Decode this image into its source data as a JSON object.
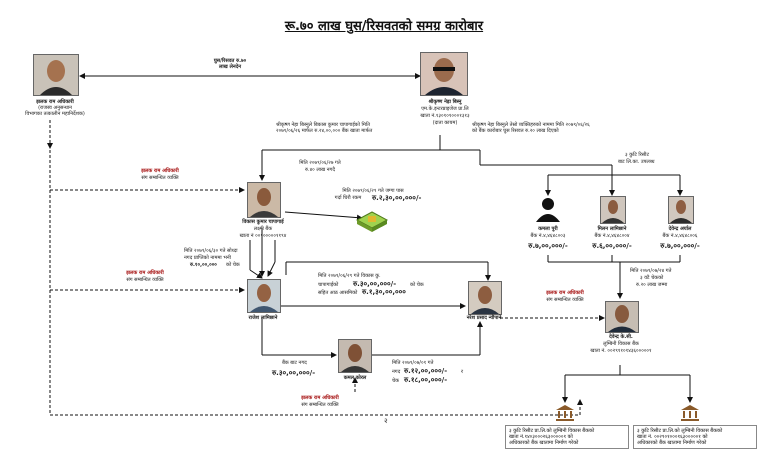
{
  "title": "रू.७० लाख घुस/रिसवतको समग्र कारोबार",
  "people": {
    "top_left": {
      "name": "झलक राम अधिकारी",
      "sub1": "(राजस्व अनुसन्धान",
      "sub2": "विभागका तत्कालीन महानिर्देशक)"
    },
    "top_right": {
      "name": "श्रीकृष्ण नेह्रा बिस्नु",
      "sub1": "एम.के.इन्टरप्राइजेज प्रा.लि",
      "sub2": "खाता नं.१३०१०१०००१३१३",
      "sub3": "(दाता कायम)"
    },
    "bikash": {
      "name": "विकास कुमार चापागाई",
      "bank": "लक्ष्मी बैंक",
      "acct": "खाता नं ००१०००००११९४"
    },
    "rajesh": {
      "name": "राजेश लामिछाने"
    },
    "naresh": {
      "name": "नरेश प्रसाद न्यौपाने"
    },
    "kamal": {
      "name": "कमल कोरल"
    },
    "kamala": {
      "name": "कमला पुरी",
      "bank": "बैंक नं.४,४६४८००३"
    },
    "milan": {
      "name": "मिलन लामिछाने",
      "bank": "बैंक नं.४,४६४८००४"
    },
    "devendra": {
      "name": "देवेन्द्र अर्याल",
      "bank": "बैंक नं.४,४६४८००६"
    },
    "devendra_kc": {
      "name": "देवेन्द्र के.सी.",
      "bank": "लुम्बिनी विकास बैंक",
      "acct": "खाता नं. ००२९११०१४३६०००००१"
    }
  },
  "labels": {
    "arrow_top": "घुस/रिसवत रु.७०",
    "arrow_top2": "लाख लेनदेन",
    "jhalak": "झलक राम अधिकारी",
    "jhalak_sub": "संग सम्बन्धित व्यक्ति",
    "jhalak_sub2": "संग सम्बन्धित व्यक्ति",
    "jhalak_sub3": "संग सम्बन्धित व्यक्ति",
    "jhalak_sub4": "संग सम्बन्धित व्यक्ति",
    "note_left": "श्रीकृष्ण नेह्रा बिस्नुले बिकास कुमार चापागाईको मिति २०७९/०६/२६ मार्फत रु.२४,००,००० बैंक खाता मार्फत",
    "note_right": "श्रीकृष्ण नेह्रा बिस्नुले तेस्रो व्यक्तिहरुको नाममा मिति २०७९/०६/२६ को बैंक कारोबार घुस रिसवत रु.२० लाख दिएको",
    "d1": "मिति २०७९/०६/२७ गते",
    "d1b": "रु.४० लाख नगदै",
    "d2": "मिति २०७९/०६/२९ गते जग्गा पास",
    "d2b": "गर्दा घिरौ रकम",
    "d2amt": "रु.२,३०,००,०००/-",
    "d3": "मिति २०७९/०६/३० गते सोध्दा",
    "d3b": "नगद प्राप्तिको नाममा भनी",
    "d3amt": "रु.१०,००,०००",
    "d3c": "को चेक",
    "d4": "मिति २०७९/०६/२९ गते विकास कु.",
    "d4b": "चापागाईको",
    "d4amt": "रु.३०,००,०००/-",
    "d4c": "को चेक",
    "d4d": "सहित आठ आसमिको",
    "d4amt2": "रु.१,३०,००,०००",
    "d5": "बैंक बाट नगद",
    "d5amt": "रु.३०,००,०००/-",
    "d6": "मिति २०७९/०७/०१ गते",
    "d6b": "नगद",
    "d6amt": "रु.१२,००,०००/-",
    "d6c": "र",
    "d6d": "चेक",
    "d6amt2": "रु.१८,००,०००/-",
    "kamala_amt": "रु.७,००,०००/-",
    "milan_amt": "रु.६,००,०००/-",
    "devendra_amt": "रु.७,००,०००/-",
    "credit": "३ कुटि रिसीट",
    "credit2": "बाट लि.का. उपलब्ध",
    "d7": "मिति २०७९/०७/२४ गते",
    "d7b": "३ वटै चेकको",
    "d7c": "रु.२० लाख जम्मा",
    "bank1": "३ कुटि रिसीट प्रा.लि.को लुम्बिनी विकास बैंकको",
    "bank1b": "खाता नं.१४०३०००२६३०००००१ को",
    "bank1c": "अधिकारको बैंक खातामा निर्माण गरेको",
    "bank2": "३ कुटि रिसीट प्रा.लि.को लुम्बिनी विकास बैंकको",
    "bank2b": "खाता नं. ००२९०१०००१६३०००००१ को",
    "bank2c": "अधिकारको बैंक खातामा निर्माण गरेको",
    "page_num": "२"
  }
}
